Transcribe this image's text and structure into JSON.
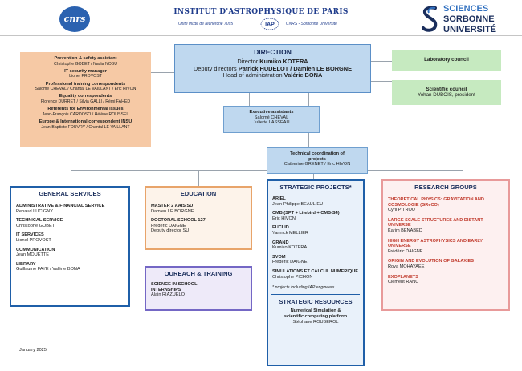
{
  "header": {
    "logo_left": "cnrs",
    "title": "Institut d'astrophysique de Paris",
    "subtitle_left": "Unité mixte de recherche 7095",
    "logo_center": "IAP",
    "subtitle_right": "CNRS - Sorbonne Université",
    "su_line1": "SCIENCES",
    "su_line2": "SORBONNE",
    "su_line3": "UNIVERSITÉ"
  },
  "support": {
    "items": [
      {
        "title": "Prevention & safety assistant",
        "people": "Christophe GOBET / Nadia NOBU"
      },
      {
        "title": "IT security manager",
        "people": "Lionel PROVOST"
      },
      {
        "title": "Professional training correspondents",
        "people": "Salomé CHEVAL / Chantal LE VAILLANT / Eric HIVON"
      },
      {
        "title": "Equality correspondents",
        "people": "Florence DURRET / Silvia GALLI / Rémi FAHED"
      },
      {
        "title": "Referents for Environmental issues",
        "people": "Jean-François CARDOSO / Hélène ROUSSEL"
      },
      {
        "title": "Europe & International correspondent INSU",
        "people": "Jean-Baptiste FOUVRY / Chantal LE VAILLANT"
      }
    ]
  },
  "direction": {
    "title": "DIRECTION",
    "director_label": "Director",
    "director": "Kumiko KOTERA",
    "deputy_label": "Deputy directors",
    "deputies": "Patrick HUDELOT / Damien LE BORGNE",
    "admin_label": "Head of administration",
    "admin": "Valérie BONA"
  },
  "lab_council": {
    "title": "Laboratory council"
  },
  "sci_council": {
    "title": "Scientific council",
    "people": "Yohan DUBOIS, president"
  },
  "exec": {
    "title": "Executive assistants",
    "line1": "Salomé CHEVAL",
    "line2": "Juliette LASSEAU"
  },
  "tech": {
    "title1": "Technical coordination of",
    "title2": "projects",
    "people": "Catherine GRENET / Eric HIVON"
  },
  "general": {
    "title": "GENERAL SERVICES",
    "items": [
      {
        "title": "ADMINISTRATIVE & FINANCIAL SERVICE",
        "people": "Renaud LUCIGNY"
      },
      {
        "title": "TECHNICAL SERVICE",
        "people": "Christophe GOBET"
      },
      {
        "title": "IT SERVICES",
        "people": "Lionel PROVOST"
      },
      {
        "title": "COMMUNICATION",
        "people": "Jean MOUETTE"
      },
      {
        "title": "LIBRARY",
        "people": "Guillaume FAYE / Valérie BONA"
      }
    ]
  },
  "education": {
    "title": "EDUCATION",
    "items": [
      {
        "title": "MASTER 2 AAIS SU",
        "people": "Damien LE BORGNE",
        "extra": ""
      },
      {
        "title": "DOCTORAL SCHOOL 127",
        "people": "Frédéric DAIGNE",
        "extra": "Deputy director SU"
      }
    ]
  },
  "outreach": {
    "title": "OUREACH & TRAINING",
    "item_title1": "SCIENCE IN SCHOOL",
    "item_title2": "INTERNSHIPS",
    "people": "Alain RIAZUELO"
  },
  "strategic": {
    "title": "STRATEGIC PROJECTS*",
    "items": [
      {
        "title": "ARIEL",
        "people": "Jean-Philippe BEAULIEU"
      },
      {
        "title": "CMB (SPT + Litebird + CMB-S4)",
        "people": "Eric HIVON"
      },
      {
        "title": "EUCLID",
        "people": "Yannick MELLIER"
      },
      {
        "title": "GRAND",
        "people": "Kumiko KOTERA"
      },
      {
        "title": "SVOM",
        "people": "Frédéric DAIGNE"
      },
      {
        "title": "SIMULATIONS ET CALCUL NUMERIQUE",
        "people": "Christophe PICHON"
      }
    ],
    "footnote": "* projects including IAP engineers"
  },
  "resources": {
    "title": "STRATEGIC RESOURCES",
    "line1": "Numerical Simulation &",
    "line2": "scientific computing platform",
    "people": "Stéphane ROUBEROL"
  },
  "research": {
    "title": "RESEARCH GROUPS",
    "items": [
      {
        "title": "THEORETICAL PHYSICS: GRAVITATION AND COSMOLOGIE (GReCO)",
        "people": "Cyril PITROU"
      },
      {
        "title": "LARGE SCALE STRUCTURES AND DISTANT UNIVERSE",
        "people": "Karim BENABED"
      },
      {
        "title": "HIGH ENERGY ASTROPHYSICS AND EARLY UNIVERSE",
        "people": "Frédéric DAIGNE"
      },
      {
        "title": "ORIGIN AND EVOLUTION OF GALAXIES",
        "people": "Roya MOHAYAEE"
      },
      {
        "title": "EXOPLANETS",
        "people": "Clément RANC"
      }
    ]
  },
  "date": "January 2025",
  "colors": {
    "general": "#1f5fa8",
    "education": "#e8a46a",
    "outreach": "#7467c5",
    "strategic": "#1f5fa8",
    "research": "#e89a9a",
    "research_text": "#c0392b"
  }
}
